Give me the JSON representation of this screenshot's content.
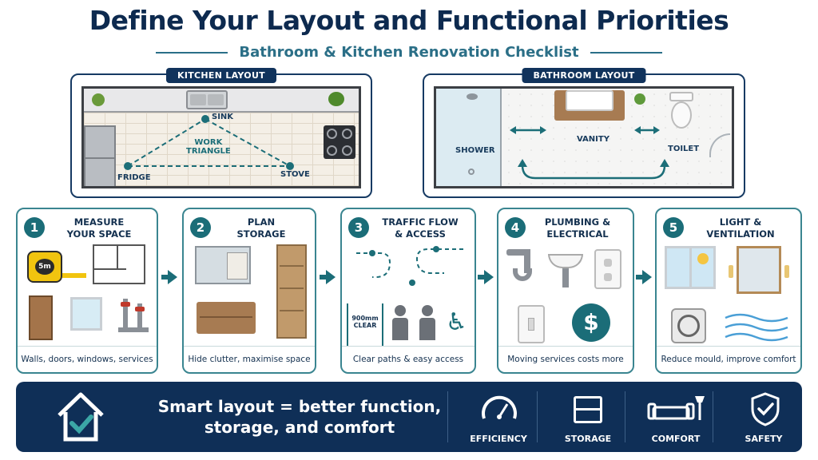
{
  "header": {
    "title": "Define Your Layout and Functional Priorities",
    "subtitle": "Bathroom & Kitchen Renovation Checklist"
  },
  "kitchen": {
    "tag": "KITCHEN LAYOUT",
    "sink_label": "SINK",
    "triangle_label": "WORK\nTRIANGLE",
    "fridge_label": "FRIDGE",
    "stove_label": "STOVE"
  },
  "bathroom": {
    "tag": "BATHROOM LAYOUT",
    "shower_label": "SHOWER",
    "vanity_label": "VANITY",
    "toilet_label": "TOILET"
  },
  "steps": [
    {
      "num": "1",
      "title": "MEASURE\nYOUR SPACE",
      "caption": "Walls, doors, windows, services",
      "tape_label": "5m"
    },
    {
      "num": "2",
      "title": "PLAN\nSTORAGE",
      "caption": "Hide clutter, maximise space"
    },
    {
      "num": "3",
      "title": "TRAFFIC FLOW\n& ACCESS",
      "caption": "Clear paths & easy access",
      "clearance_label": "900mm\nCLEAR"
    },
    {
      "num": "4",
      "title": "PLUMBING &\nELECTRICAL",
      "caption": "Moving services costs more",
      "cost_symbol": "$"
    },
    {
      "num": "5",
      "title": "LIGHT &\nVENTILATION",
      "caption": "Reduce mould, improve comfort"
    }
  ],
  "banner": {
    "line1": "Smart layout = better function,",
    "line2": "storage, and comfort",
    "perks": [
      {
        "label": "EFFICIENCY",
        "icon": "speedometer-icon"
      },
      {
        "label": "STORAGE",
        "icon": "drawers-icon"
      },
      {
        "label": "COMFORT",
        "icon": "sofa-icon"
      },
      {
        "label": "SAFETY",
        "icon": "shield-check-icon"
      }
    ]
  },
  "colors": {
    "navy": "#0f2f57",
    "teal": "#1b6d78",
    "title": "#0d2a4f"
  }
}
